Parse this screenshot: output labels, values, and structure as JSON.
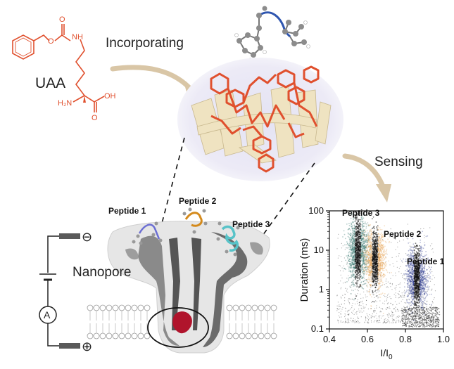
{
  "labels": {
    "uaa": "UAA",
    "incorporating": "Incorporating",
    "sensing": "Sensing",
    "nanopore": "Nanopore",
    "peptide1": "Peptide 1",
    "peptide2": "Peptide 2",
    "peptide3": "Peptide 3",
    "ammeter": "A",
    "minus": "⊖",
    "plus": "⊕"
  },
  "molecule": {
    "nh": "NH",
    "o": "O",
    "oh": "OH",
    "h2n": "H₂N",
    "color": "#e0502e"
  },
  "colors": {
    "orange": "#e0502e",
    "tan_arrow": "#d9c6a6",
    "protein_glow": "#e9e8f5",
    "ribbon": "#efe3c1",
    "pore": "#6b6b6b",
    "pore_light": "#e6e6e6",
    "cluster_teal": "#2a6f66",
    "cluster_orange": "#e8a75a",
    "cluster_blue": "#2f3c8e"
  },
  "chart_data": {
    "type": "scatter",
    "xlabel": "I/I",
    "xlabel_sub": "0",
    "ylabel": "Duration (ms)",
    "xlim": [
      0.4,
      1.0
    ],
    "ylim": [
      0.1,
      100
    ],
    "y_scale": "log",
    "x_ticks": [
      "0.4",
      "0.6",
      "0.8",
      "1.0"
    ],
    "y_ticks": [
      "100",
      "10",
      "1",
      "0.1"
    ],
    "series": [
      {
        "name": "Peptide 3",
        "center_x": 0.55,
        "center_y_ms": 10,
        "spread_x": 0.025,
        "spread_decades": 0.7,
        "color": "#2a6f66"
      },
      {
        "name": "Peptide 2",
        "center_x": 0.64,
        "center_y_ms": 6,
        "spread_x": 0.025,
        "spread_decades": 0.6,
        "color": "#e8a75a"
      },
      {
        "name": "Peptide 1",
        "center_x": 0.86,
        "center_y_ms": 2,
        "spread_x": 0.025,
        "spread_decades": 0.6,
        "color": "#2f3c8e"
      }
    ]
  }
}
